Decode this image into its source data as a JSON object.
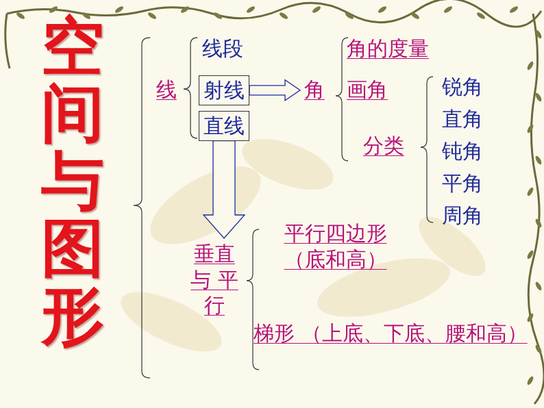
{
  "diagram": {
    "title": "空间与图形",
    "nodes": [
      {
        "text": [
          "线"
        ]
      },
      {
        "text": [
          "线段"
        ]
      },
      {
        "text": [
          "射线"
        ]
      },
      {
        "text": [
          "直线"
        ]
      },
      {
        "text": [
          "角"
        ]
      },
      {
        "text": [
          "角的度量"
        ]
      },
      {
        "text": [
          "画角"
        ]
      },
      {
        "text": [
          "分类"
        ]
      },
      {
        "text": [
          "锐角"
        ]
      },
      {
        "text": [
          "直角"
        ]
      },
      {
        "text": [
          "钝角"
        ]
      },
      {
        "text": [
          "平角"
        ]
      },
      {
        "text": [
          "周角"
        ]
      },
      {
        "text": [
          "垂直 与 平行"
        ]
      },
      {
        "text": [
          "平行四边形 （底和高）"
        ]
      },
      {
        "text": [
          "梯形 （上底、下底、腰和高）"
        ]
      }
    ],
    "edges": [
      {
        "from": 2,
        "to": 4,
        "arrow": "to"
      },
      {
        "from": 3,
        "to": 13,
        "arrow": "to"
      }
    ]
  }
}
